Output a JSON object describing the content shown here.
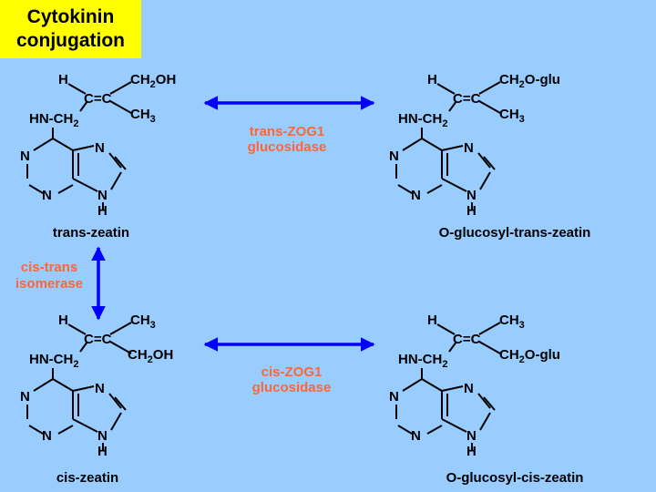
{
  "title": {
    "line1": "Cytokinin",
    "line2": "conjugation"
  },
  "colors": {
    "background": "#99CCFF",
    "title_bg": "#FFFF00",
    "arrow": "#0000FF",
    "enzyme": "#FF6633",
    "bond": "#000000"
  },
  "molecules": {
    "trans_zeatin": {
      "name": "trans-zeatin",
      "side_h": "H",
      "side_top_right": "CH",
      "side_top_right_sub": "2",
      "side_top_right_tail": "OH",
      "cc": "C=C",
      "side_right": "CH",
      "side_right_sub": "3",
      "hn": "HN-CH",
      "hn_sub": "2",
      "ring_n1": "N",
      "ring_n3": "N",
      "ring_n7": "N",
      "ring_n9": "N",
      "ring_h": "H"
    },
    "o_glucosyl_trans_zeatin": {
      "name": "O-glucosyl-trans-zeatin",
      "side_h": "H",
      "side_top_right": "CH",
      "side_top_right_sub": "2",
      "side_top_right_tail": "O-glu",
      "cc": "C=C",
      "side_right": "CH",
      "side_right_sub": "3",
      "hn": "HN-CH",
      "hn_sub": "2",
      "ring_n1": "N",
      "ring_n3": "N",
      "ring_n7": "N",
      "ring_n9": "N",
      "ring_h": "H"
    },
    "cis_zeatin": {
      "name": "cis-zeatin",
      "side_h": "H",
      "side_top_right": "CH",
      "side_top_right_sub": "3",
      "side_top_right_tail": "",
      "cc": "C=C",
      "side_right": "CH",
      "side_right_sub": "2",
      "side_right_tail": "OH",
      "hn": "HN-CH",
      "hn_sub": "2",
      "ring_n1": "N",
      "ring_n3": "N",
      "ring_n7": "N",
      "ring_n9": "N",
      "ring_h": "H"
    },
    "o_glucosyl_cis_zeatin": {
      "name": "O-glucosyl-cis-zeatin",
      "side_h": "H",
      "side_top_right": "CH",
      "side_top_right_sub": "3",
      "side_top_right_tail": "",
      "cc": "C=C",
      "side_right": "CH",
      "side_right_sub": "2",
      "side_right_tail": "O-glu",
      "hn": "HN-CH",
      "hn_sub": "2",
      "ring_n1": "N",
      "ring_n3": "N",
      "ring_n7": "N",
      "ring_n9": "N",
      "ring_h": "H"
    }
  },
  "enzymes": {
    "trans_zog1": {
      "line1": "trans-ZOG1",
      "line2": "glucosidase"
    },
    "cis_zog1": {
      "line1": "cis-ZOG1",
      "line2": "glucosidase"
    },
    "isomerase": {
      "line1": "cis-trans",
      "line2": "isomerase"
    }
  }
}
